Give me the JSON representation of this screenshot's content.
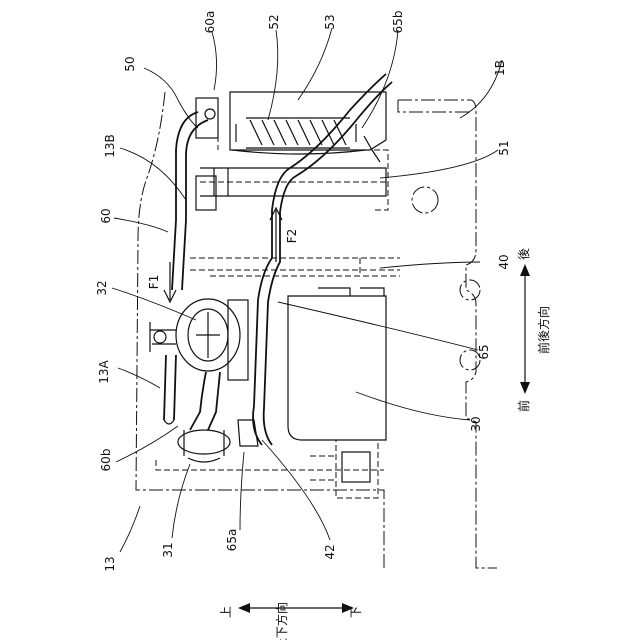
{
  "labels": {
    "l_50": "50",
    "l_60a": "60a",
    "l_52": "52",
    "l_53": "53",
    "l_65b": "65b",
    "l_1B": "1B",
    "l_13B": "13B",
    "l_51": "51",
    "l_60": "60",
    "l_F2": "F2",
    "l_40": "40",
    "l_32": "32",
    "l_F1": "F1",
    "l_65": "65",
    "l_13A": "13A",
    "l_30": "30",
    "l_60b": "60b",
    "l_13": "13",
    "l_31": "31",
    "l_65a": "65a",
    "l_42": "42"
  },
  "axes": {
    "front_rear": {
      "rear": "後",
      "title": "前後方向",
      "front": "前"
    },
    "up_down": {
      "up": "上",
      "title": "上下方向",
      "down": "下"
    }
  }
}
